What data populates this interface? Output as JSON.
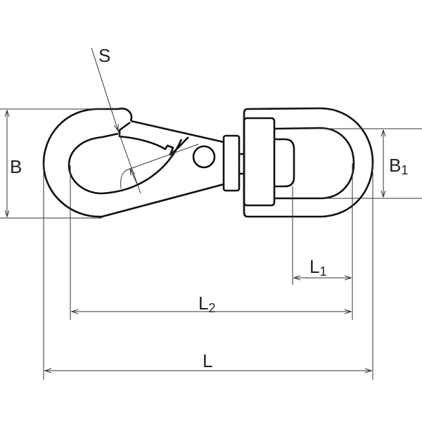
{
  "labels": {
    "S": "S",
    "B": "B",
    "B1_main": "B",
    "B1_sub": "1",
    "L1_main": "L",
    "L1_sub": "1",
    "L2_main": "L",
    "L2_sub": "2",
    "L": "L"
  }
}
